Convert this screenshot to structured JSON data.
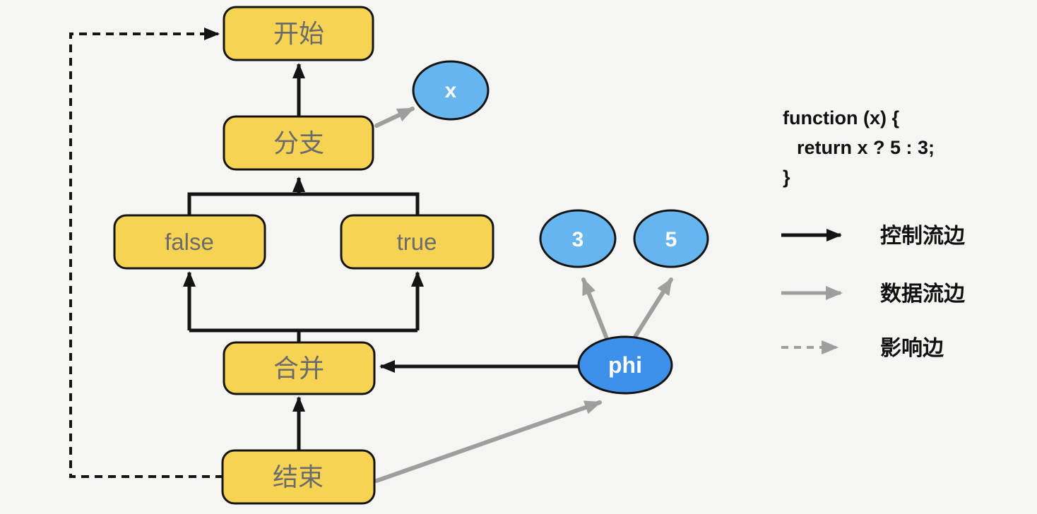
{
  "colors": {
    "background": "#f5f5f3",
    "control_node_fill": "#f6d352",
    "node_border": "#141414",
    "control_node_label": "#6b6b6b",
    "value_node_fill": "#66b5ef",
    "phi_node_fill": "#3d90ea",
    "value_node_label": "#ffffff",
    "control_edge": "#141414",
    "data_edge": "#9e9e9e",
    "influence_edge_diagram": "#141414",
    "legend_text": "#111111"
  },
  "nodes": {
    "start": "开始",
    "branch": "分支",
    "false_block": "false",
    "true_block": "true",
    "merge": "合并",
    "end": "结束",
    "x_value": "x",
    "three_value": "3",
    "five_value": "5",
    "phi_value": "phi"
  },
  "code": {
    "line1": "function (x) {",
    "line2": "return x ? 5 : 3;",
    "line3": "}"
  },
  "legend": {
    "control": "控制流边",
    "data": "数据流边",
    "influence": "影响边"
  }
}
